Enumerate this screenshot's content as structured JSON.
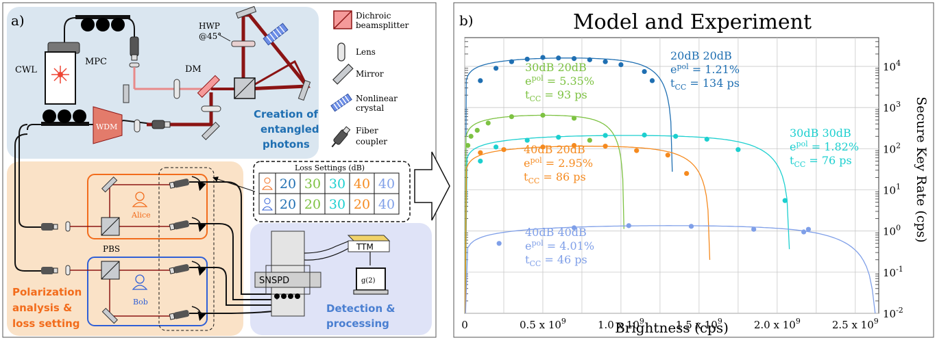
{
  "panel_a": {
    "label": "a)",
    "legend": {
      "dichroic": [
        "Dichroic",
        "beamsplitter"
      ],
      "lens": "Lens",
      "mirror": "Mirror",
      "crystal": [
        "Nonlinear",
        "crystal"
      ],
      "coupler": [
        "Fiber",
        "coupler"
      ]
    },
    "labels": {
      "cwl": "CWL",
      "mpc": "MPC",
      "dm": "DM",
      "hwp": [
        "HWP",
        "@45°"
      ],
      "wdm": "WDM",
      "pbs": "PBS",
      "alice": "Alice",
      "bob": "Bob",
      "snspd": "SNSPD",
      "ttm": "TTM",
      "g2": "g(2)"
    },
    "sections": {
      "creation": [
        "Creation of",
        "entangled",
        "photons"
      ],
      "analysis": [
        "Polarization",
        "analysis &",
        "loss setting"
      ],
      "detection": [
        "Detection &",
        "processing"
      ]
    },
    "loss_table": {
      "title": "Loss Settings (dB)",
      "alice_values": [
        "20",
        "30",
        "30",
        "40",
        "40"
      ],
      "bob_values": [
        "20",
        "20",
        "30",
        "20",
        "40"
      ],
      "colors": [
        "#1f6fb2",
        "#7dc242",
        "#1ccfcf",
        "#f58a1f",
        "#7f9fe8"
      ]
    },
    "colors": {
      "creation_bg": "#dae6f0",
      "analysis_bg": "#fae2c7",
      "detection_bg": "#dfe3f7",
      "beam_dark": "#8b1414",
      "beam_light": "#e88a8a",
      "creation_text": "#1f6fb2",
      "analysis_text": "#f26c1c",
      "detection_text": "#4a7fd1",
      "alice": "#f26c1c",
      "bob": "#2f5fd6"
    }
  },
  "panel_b": {
    "label": "b)",
    "chart_data": {
      "type": "line",
      "title": "Model and Experiment",
      "xlabel": "Brightness (cps)",
      "ylabel": "Secure Key Rate (cps)",
      "xlim": [
        0,
        2650000000.0
      ],
      "ylim": [
        0.01,
        50000
      ],
      "yscale": "log",
      "grid": true,
      "xtick_labels": [
        "0",
        "0.5 x 10^9",
        "1.0 x 10^9",
        "1.5 x 10^9",
        "2.0 x 10^9",
        "2.5 x 10^9"
      ],
      "ytick_labels": [
        "10^-2",
        "10^-1",
        "10^0",
        "10^1",
        "10^2",
        "10^3",
        "10^4"
      ],
      "series": [
        {
          "annotation": [
            "20dB 20dB",
            "e^pol = 1.21%",
            "t_CC = 134 ps"
          ],
          "color": "#1f6fb2",
          "points": [
            [
              100000000.0,
              4500
            ],
            [
              200000000.0,
              9000
            ],
            [
              300000000.0,
              13000
            ],
            [
              400000000.0,
              15000
            ],
            [
              500000000.0,
              16500
            ],
            [
              600000000.0,
              16000
            ],
            [
              700000000.0,
              15500
            ],
            [
              800000000.0,
              14500
            ],
            [
              900000000.0,
              13000
            ],
            [
              1000000000.0,
              11000
            ],
            [
              1150000000.0,
              7500
            ],
            [
              1200000000.0,
              4500
            ]
          ],
          "curve": {
            "xmax": 1330000000.0,
            "peak": 16000
          }
        },
        {
          "annotation": [
            "30dB 20dB",
            "e^pol = 5.35%",
            "t_CC = 93 ps"
          ],
          "color": "#7dc242",
          "points": [
            [
              20000000.0,
              120
            ],
            [
              40000000.0,
              200
            ],
            [
              80000000.0,
              280
            ],
            [
              150000000.0,
              420
            ],
            [
              300000000.0,
              600
            ],
            [
              500000000.0,
              650
            ],
            [
              700000000.0,
              550
            ],
            [
              800000000.0,
              160
            ]
          ],
          "curve": {
            "xmax": 1020000000.0,
            "peak": 650
          }
        },
        {
          "annotation": [
            "30dB 30dB",
            "e^pol = 1.82%",
            "t_CC = 76 ps"
          ],
          "color": "#1ccfcf",
          "points": [
            [
              100000000.0,
              50
            ],
            [
              200000000.0,
              110
            ],
            [
              400000000.0,
              160
            ],
            [
              600000000.0,
              190
            ],
            [
              900000000.0,
              210
            ],
            [
              1150000000.0,
              215
            ],
            [
              1350000000.0,
              200
            ],
            [
              1550000000.0,
              170
            ],
            [
              1750000000.0,
              95
            ],
            [
              2050000000.0,
              5.5
            ]
          ],
          "curve": {
            "xmax": 2080000000.0,
            "peak": 210
          }
        },
        {
          "annotation": [
            "40dB 20dB",
            "e^pol = 2.95%",
            "t_CC = 86 ps"
          ],
          "color": "#f58a1f",
          "points": [
            [
              100000000.0,
              80
            ],
            [
              250000000.0,
              95
            ],
            [
              500000000.0,
              110
            ],
            [
              700000000.0,
              120
            ],
            [
              900000000.0,
              115
            ],
            [
              1100000000.0,
              90
            ],
            [
              1300000000.0,
              70
            ],
            [
              1420000000.0,
              25
            ]
          ],
          "curve": {
            "xmax": 1570000000.0,
            "peak": 115
          }
        },
        {
          "annotation": [
            "40dB 40dB",
            "e^pol = 4.01%",
            "t_CC = 46 ps"
          ],
          "color": "#7f9fe8",
          "points": [
            [
              220000000.0,
              0.5
            ],
            [
              700000000.0,
              1.2
            ],
            [
              1050000000.0,
              1.35
            ],
            [
              1450000000.0,
              1.3
            ],
            [
              1850000000.0,
              1.1
            ],
            [
              2170000000.0,
              0.95
            ],
            [
              2200000000.0,
              1.1
            ]
          ],
          "curve": {
            "xmax": 2630000000.0,
            "peak": 1.35
          }
        }
      ]
    }
  }
}
